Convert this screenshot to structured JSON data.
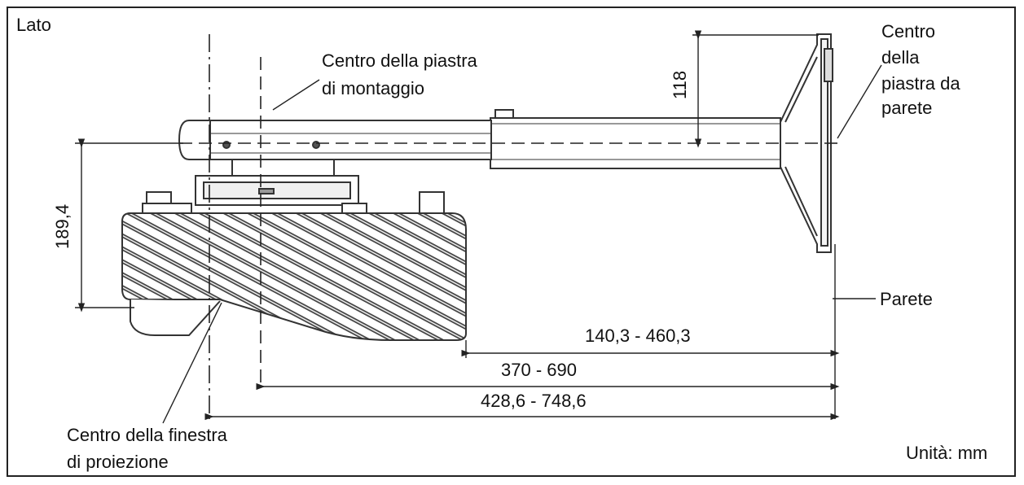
{
  "diagram": {
    "title": "Lato",
    "unit": "Unità: mm",
    "labels": {
      "mount_plate_center_l1": "Centro della piastra",
      "mount_plate_center_l2": "di montaggio",
      "wall_plate_center_l1": "Centro",
      "wall_plate_center_l2": "della",
      "wall_plate_center_l3": "piastra da",
      "wall_plate_center_l4": "parete",
      "wall": "Parete",
      "projection_window_l1": "Centro della finestra",
      "projection_window_l2": "di proiezione"
    },
    "dimensions": {
      "top_offset": "118",
      "height": "189,4",
      "front_distance": "140,3 - 460,3",
      "mount_distance": "370 - 690",
      "window_distance": "428,6 - 748,6"
    }
  }
}
